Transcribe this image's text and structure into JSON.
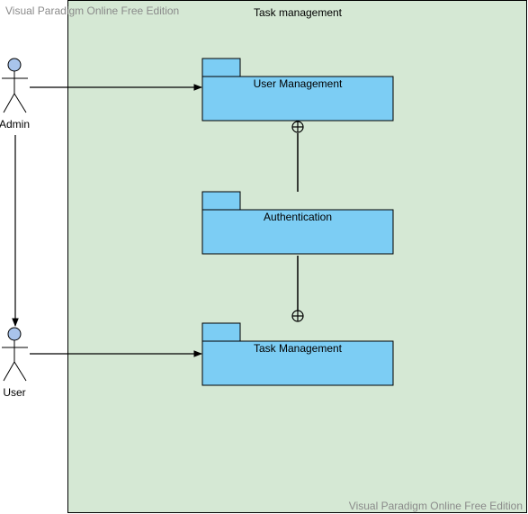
{
  "watermark": {
    "top": "Visual Paradigm Online Free Edition",
    "bottom": "Visual Paradigm Online Free Edition"
  },
  "system": {
    "title": "Task management"
  },
  "packages": {
    "user_management": "User Management",
    "authentication": "Authentication",
    "task_management": "Task Management"
  },
  "actors": {
    "admin": "Admin",
    "user": "User"
  },
  "colors": {
    "boundary_fill": "#d5e8d4",
    "package_fill": "#7ccdf4",
    "actor_fill": "#a9c4eb"
  }
}
